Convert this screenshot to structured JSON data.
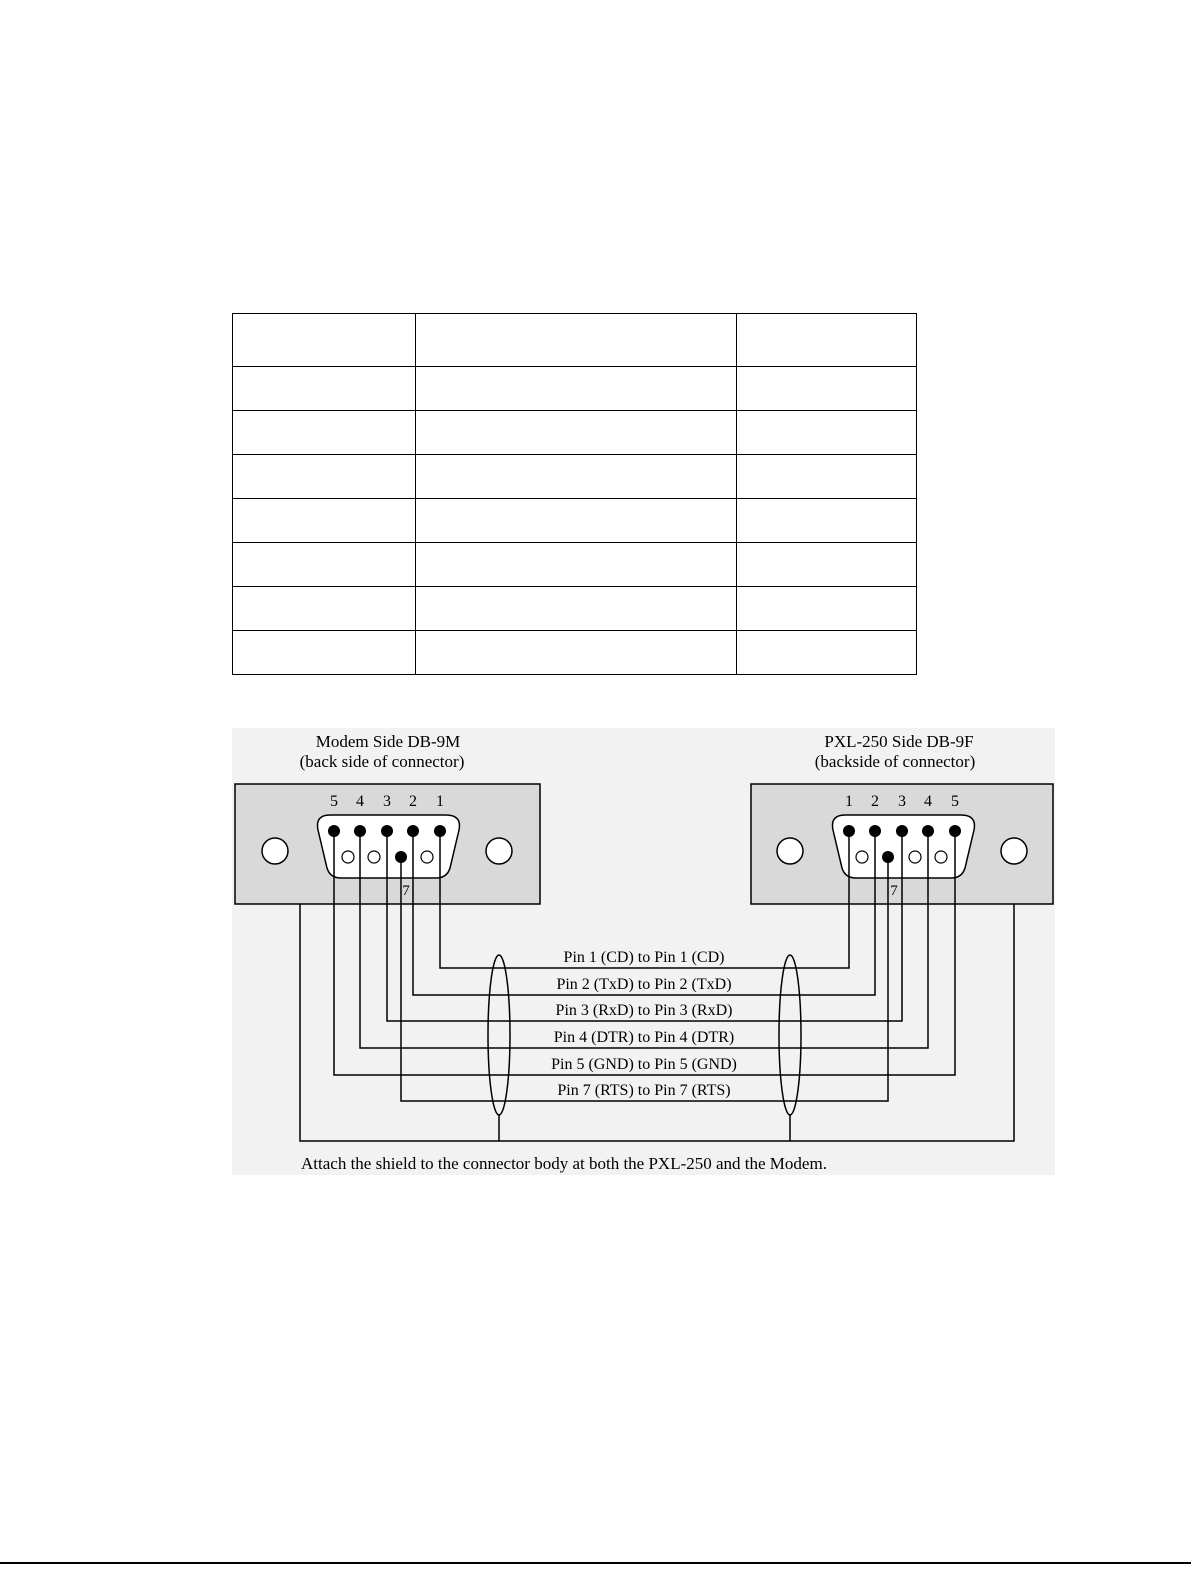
{
  "table": {
    "rows": 8,
    "columns": 3
  },
  "diagram": {
    "left_connector": {
      "title": "Modem Side DB-9M",
      "subtitle": "(back side of connector)",
      "pin_numbers": [
        "5",
        "4",
        "3",
        "2",
        "1"
      ],
      "pin7_label": "7"
    },
    "right_connector": {
      "title": "PXL-250 Side DB-9F",
      "subtitle": "(backside of connector)",
      "pin_numbers": [
        "1",
        "2",
        "3",
        "4",
        "5"
      ],
      "pin7_label": "7"
    },
    "wires": [
      "Pin 1 (CD) to Pin 1 (CD)",
      "Pin 2 (TxD) to Pin 2 (TxD)",
      "Pin 3 (RxD) to Pin 3 (RxD)",
      "Pin 4 (DTR) to Pin 4 (DTR)",
      "Pin 5 (GND) to Pin 5 (GND)",
      "Pin 7 (RTS) to Pin 7 (RTS)"
    ],
    "shield_note": "Attach the shield to the connector body at both the PXL-250 and the Modem.",
    "colors": {
      "panel_fill": "#d9d9d9",
      "background_fill": "#f2f2f2",
      "line": "#000000"
    }
  }
}
